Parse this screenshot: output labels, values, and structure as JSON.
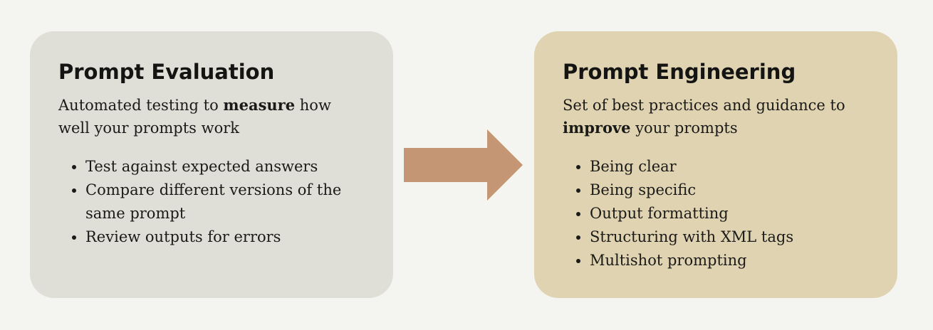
{
  "left": {
    "title": "Prompt Evaluation",
    "desc_pre": "Automated testing to ",
    "desc_bold": "measure",
    "desc_post": " how well your prompts work",
    "bullets": [
      "Test against expected answers",
      "Compare different versions of the same prompt",
      "Review outputs for errors"
    ]
  },
  "right": {
    "title": "Prompt Engineering",
    "desc_pre": "Set of best practices and guidance to ",
    "desc_bold": "improve",
    "desc_post": " your prompts",
    "bullets": [
      "Being clear",
      "Being specific",
      "Output formatting",
      "Structuring with XML tags",
      "Multishot prompting"
    ]
  },
  "colors": {
    "arrow": "#c59673",
    "left_card": "#e0dfd7",
    "right_card": "#e0d3b1"
  }
}
